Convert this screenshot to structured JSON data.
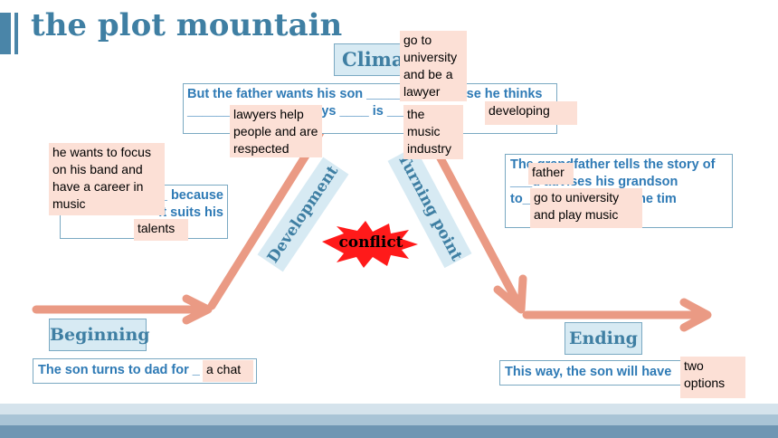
{
  "title": "the plot mountain",
  "labels": {
    "climax": "Climax",
    "beginning": "Beginning",
    "ending": "Ending",
    "development": "Development",
    "turning_point": "Turning point",
    "conflict": "conflict"
  },
  "text_boxes": {
    "top": "But the father wants his son ________.because he thinks ________. The son says ____ is ______ now.",
    "left": "The father ____ because it suits his",
    "right": "The grandfather tells the story of ___d advises his grandson to________at the same tim",
    "beginning": "The son turns to dad for _",
    "ending": "This way, the son will have"
  },
  "notes": {
    "climax_note": "go to university and be a lawyer",
    "lawyers": "lawyers help people and are respected",
    "music_industry": "the music industry",
    "developing": "developing",
    "band": "he wants to focus on his band and have a career in music",
    "talents": "talents",
    "father": "father",
    "university_music": "go to university and play music",
    "chat": "a chat",
    "two_options": "two options"
  },
  "colors": {
    "arrow": "#ea9a84",
    "title": "#3f7fa3",
    "label_bg": "#d7eaf3",
    "note_bg": "#fce0d6",
    "conflict_burst": "#ff1a1a"
  }
}
